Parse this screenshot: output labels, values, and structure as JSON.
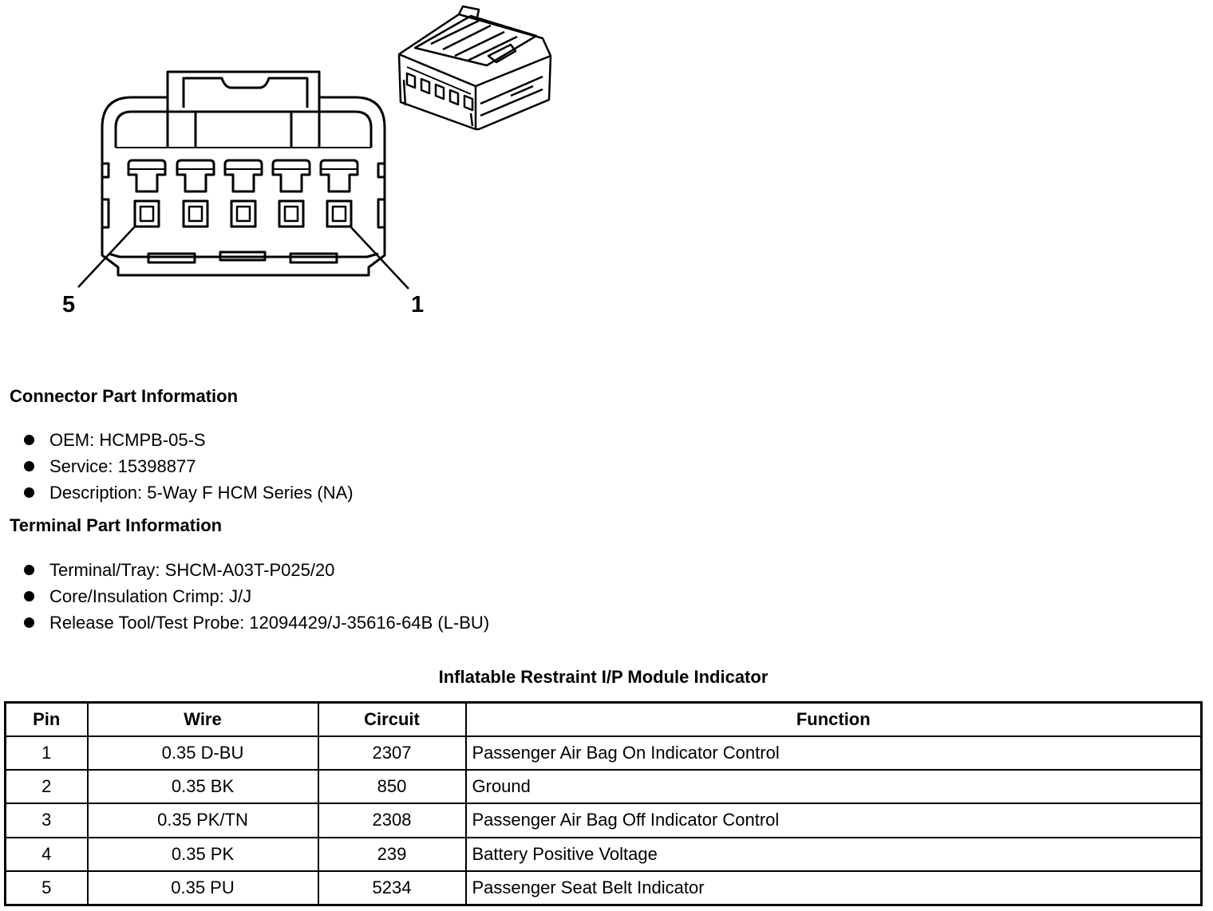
{
  "diagram": {
    "pin_labels": {
      "left": "5",
      "right": "1"
    }
  },
  "connector_info": {
    "heading": "Connector Part Information",
    "items": [
      "OEM: HCMPB-05-S",
      "Service: 15398877",
      "Description: 5-Way F HCM Series (NA)"
    ]
  },
  "terminal_info": {
    "heading": "Terminal Part Information",
    "items": [
      "Terminal/Tray: SHCM-A03T-P025/20",
      "Core/Insulation Crimp: J/J",
      "Release Tool/Test Probe: 12094429/J-35616-64B (L-BU)"
    ]
  },
  "table": {
    "title": "Inflatable Restraint I/P Module Indicator",
    "headers": {
      "pin": "Pin",
      "wire": "Wire",
      "circuit": "Circuit",
      "function": "Function"
    },
    "rows": [
      {
        "pin": "1",
        "wire": "0.35 D-BU",
        "circuit": "2307",
        "function": "Passenger Air Bag On Indicator Control"
      },
      {
        "pin": "2",
        "wire": "0.35 BK",
        "circuit": "850",
        "function": "Ground"
      },
      {
        "pin": "3",
        "wire": "0.35 PK/TN",
        "circuit": "2308",
        "function": "Passenger Air Bag Off Indicator Control"
      },
      {
        "pin": "4",
        "wire": "0.35 PK",
        "circuit": "239",
        "function": "Battery Positive Voltage"
      },
      {
        "pin": "5",
        "wire": "0.35 PU",
        "circuit": "5234",
        "function": "Passenger Seat Belt Indicator"
      }
    ]
  }
}
